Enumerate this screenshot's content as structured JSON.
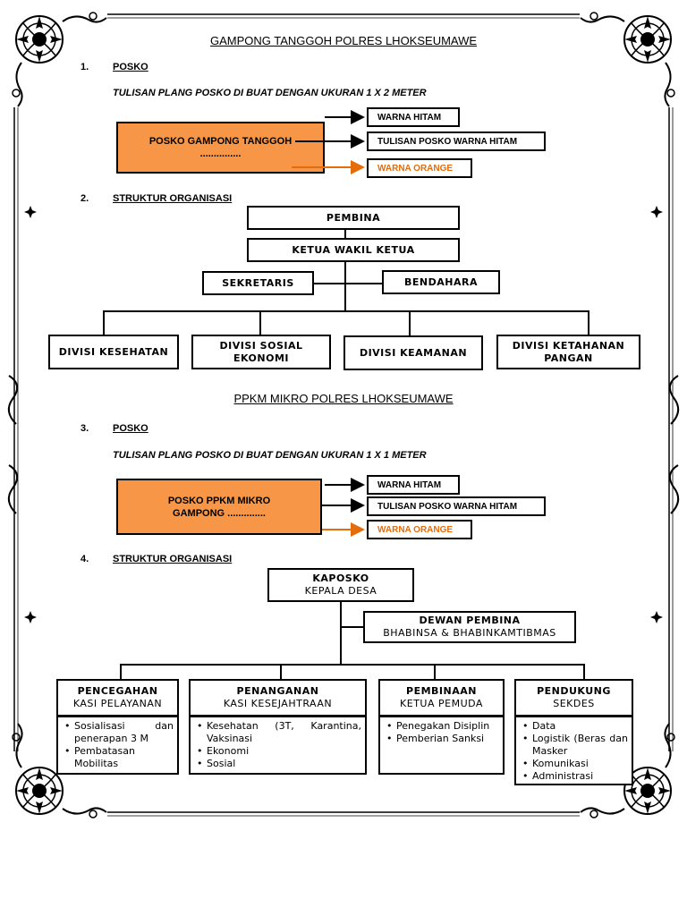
{
  "section1": {
    "title": "GAMPONG TANGGOH POLRES LHOKSEUMAWE",
    "item1": {
      "number": "1.",
      "heading": "POSKO",
      "instruction": "TULISAN PLANG POSKO DI BUAT DENGAN UKURAN 1 X 2 METER",
      "sign_line1": "POSKO GAMPONG TANGGOH",
      "sign_line2": "...............",
      "notes": [
        "WARNA HITAM",
        "TULISAN POSKO WARNA HITAM",
        "WARNA ORANGE"
      ]
    },
    "item2": {
      "number": "2.",
      "heading": "STRUKTUR ORGANISASI",
      "pembina": "PEMBINA",
      "ketua": "KETUA WAKIL KETUA",
      "sekretaris": "SEKRETARIS",
      "bendahara": "BENDAHARA",
      "divisions": [
        {
          "l1": "DIVISI KESEHATAN",
          "l2": ""
        },
        {
          "l1": "DIVISI SOSIAL",
          "l2": "EKONOMI"
        },
        {
          "l1": "DIVISI KEAMANAN",
          "l2": ""
        },
        {
          "l1": "DIVISI KETAHANAN",
          "l2": "PANGAN"
        }
      ]
    }
  },
  "section2": {
    "title": "PPKM MIKRO POLRES LHOKSEUMAWE",
    "item3": {
      "number": "3.",
      "heading": "POSKO",
      "instruction": "TULISAN PLANG POSKO DI BUAT DENGAN UKURAN 1 X 1 METER",
      "sign_line1": "POSKO PPKM MIKRO",
      "sign_line2": "GAMPONG ..............",
      "notes": [
        "WARNA HITAM",
        "TULISAN POSKO WARNA HITAM",
        "WARNA ORANGE"
      ]
    },
    "item4": {
      "number": "4.",
      "heading": "STRUKTUR ORGANISASI",
      "kaposko": {
        "title": "KAPOSKO",
        "sub": "KEPALA DESA"
      },
      "dewan": {
        "title": "DEWAN PEMBINA",
        "sub": "BHABINSA & BHABINKAMTIBMAS"
      },
      "columns": [
        {
          "title": "PENCEGAHAN",
          "sub": "KASI PELAYANAN",
          "items": [
            "Sosialisasi dan penerapan 3 M",
            "Pembatasan Mobilitas"
          ]
        },
        {
          "title": "PENANGANAN",
          "sub": "KASI KESEJAHTRAAN",
          "items": [
            "Kesehatan (3T, Karantina, Vaksinasi",
            "Ekonomi",
            "Sosial"
          ]
        },
        {
          "title": "PEMBINAAN",
          "sub": "KETUA PEMUDA",
          "items": [
            "Penegakan Disiplin",
            "Pemberian Sanksi"
          ]
        },
        {
          "title": "PENDUKUNG",
          "sub": "SEKDES",
          "items": [
            "Data",
            "Logistik (Beras dan Masker",
            "Komunikasi",
            "Administrasi"
          ]
        }
      ]
    }
  },
  "colors": {
    "orange_fill": "#f79646",
    "orange_text": "#e46c0a",
    "line": "#000000"
  },
  "icons": [
    "ornamental-corner-icon",
    "ornamental-border-icon",
    "arrow-icon"
  ]
}
